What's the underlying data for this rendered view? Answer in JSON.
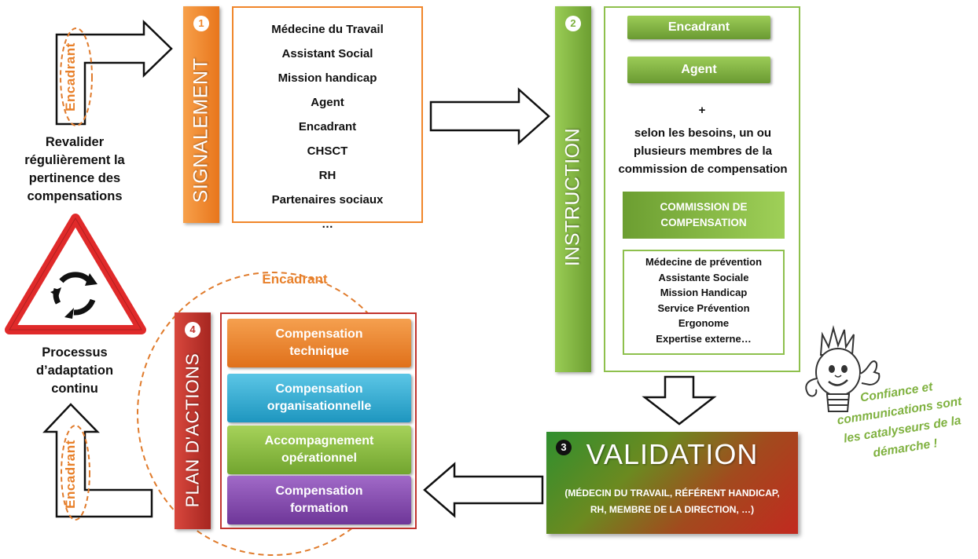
{
  "colors": {
    "orange": "#f0862a",
    "green": "#7fb13f",
    "red": "#c1342e",
    "dashed_orange": "#e07b2c"
  },
  "signalement": {
    "number": "1",
    "title": "SIGNALEMENT",
    "items": [
      "Médecine du Travail",
      "Assistant Social",
      "Mission handicap",
      "Agent",
      "Encadrant",
      "CHSCT",
      "RH",
      "Partenaires sociaux",
      "…"
    ]
  },
  "instruction": {
    "number": "2",
    "title": "INSTRUCTION",
    "top_buttons": [
      "Encadrant",
      "Agent"
    ],
    "plus": "+",
    "text": "selon les besoins, un ou plusieurs membres de la commission de compensation",
    "commission_label": "COMMISSION DE COMPENSATION",
    "members": [
      "Médecine de prévention",
      "Assistante Sociale",
      "Mission Handicap",
      "Service Prévention",
      "Ergonome",
      "Expertise externe…"
    ]
  },
  "validation": {
    "number": "3",
    "title": "VALIDATION",
    "subtitle": "(MÉDECIN DU TRAVAIL, RÉFÉRENT HANDICAP, RH, MEMBRE DE LA DIRECTION, …)"
  },
  "plan": {
    "number": "4",
    "title": "PLAN D'ACTIONS",
    "header": "Encadrant",
    "actions": [
      {
        "label": "Compensation technique",
        "color": "#f0862a"
      },
      {
        "label": "Compensation organisationnelle",
        "color": "#2eaed6"
      },
      {
        "label": "Accompagnement opérationnel",
        "color": "#8cbf3f"
      },
      {
        "label": "Compensation formation",
        "color": "#8a4db3"
      }
    ]
  },
  "left": {
    "encadrant_arrow": "Encadrant",
    "revalider": "Revalider régulièrement la pertinence des compensations",
    "processus": "Processus d’adaptation continu"
  },
  "mascot": {
    "text": "Confiance et communications sont les catalyseurs de la démarche !"
  }
}
